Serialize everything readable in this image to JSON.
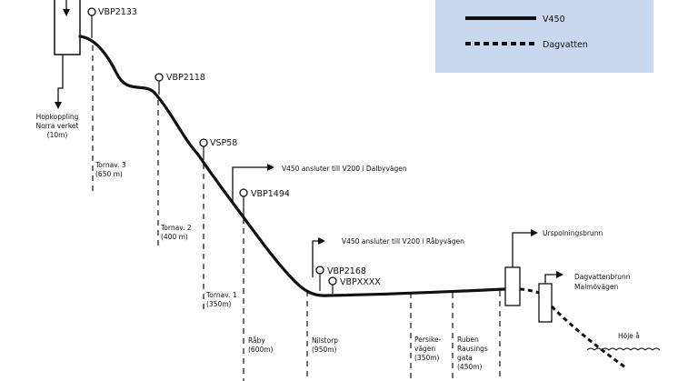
{
  "legend": {
    "main_line_label": "V450",
    "dashed_line_label": "Dagvatten"
  },
  "points": {
    "vbp2133": "VBP2133",
    "vbp2118": "VBP2118",
    "vsp58": "VSP58",
    "vbp1494": "VBP1494",
    "vbp2168": "VBP2168",
    "vbpxxxx": "VBPXXXX"
  },
  "callouts": {
    "dalby": "V450 ansluter till V200 i Dalbyvägen",
    "raby": "V450 ansluter till V200 i Råbyvägen",
    "urspolning": "Urspolningsbrunn",
    "dagvatten_l1": "Dagvattenbrunn",
    "dagvatten_l2": "Malmövägen",
    "hoje": "Höje å"
  },
  "hopkoppling": {
    "line1": "Hopkoppling",
    "line2": "Norra verket",
    "line3": "(10m)"
  },
  "stations": [
    {
      "line1": "Tornav. 3",
      "line2": "(650 m)"
    },
    {
      "line1": "Tornav. 2",
      "line2": "(400 m)"
    },
    {
      "line1": "Tornav. 1",
      "line2": "(350m)"
    },
    {
      "line1": "Råby",
      "line2": "(600m)"
    },
    {
      "line1": "Nilstorp",
      "line2": "(950m)"
    },
    {
      "line1": "Persike-",
      "line2": "vägen",
      "line3": "(350m)"
    },
    {
      "line1": "Ruben",
      "line2": "Rausings",
      "line3": "gata",
      "line4": "(450m)"
    }
  ]
}
